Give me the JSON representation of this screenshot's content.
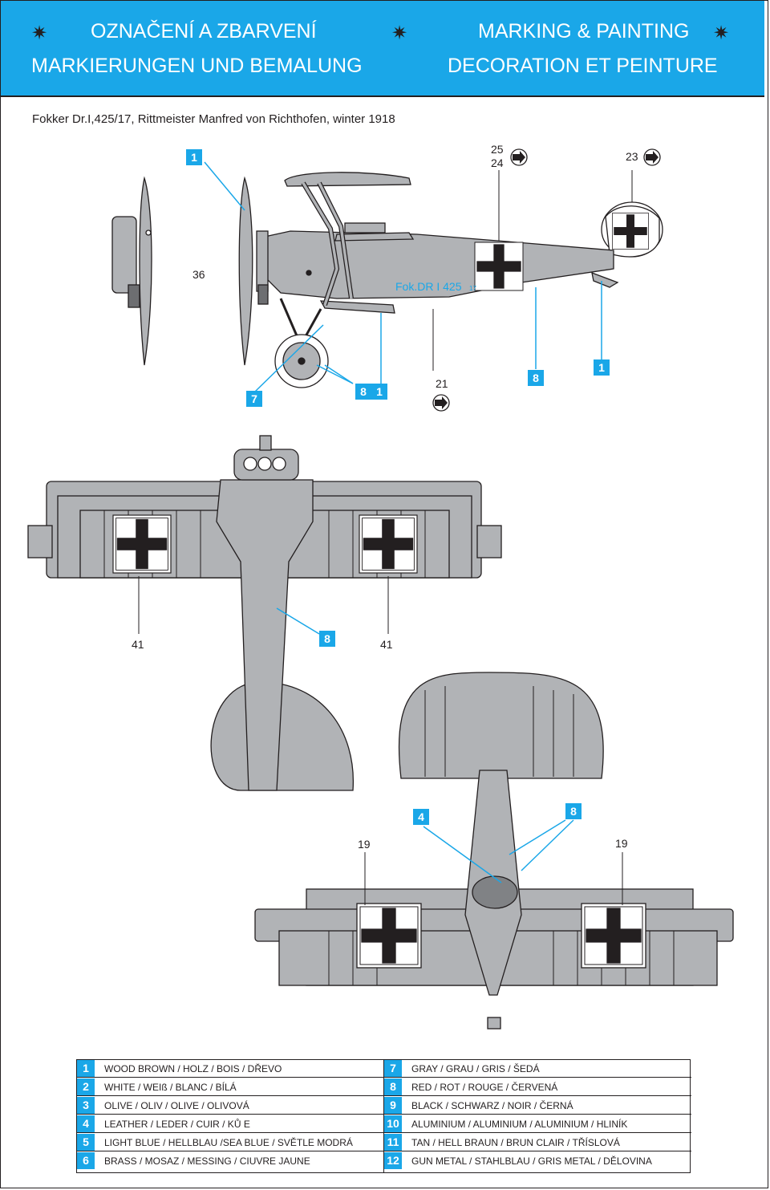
{
  "header": {
    "title_cz": "OZNAČENÍ A ZBARVENÍ",
    "title_en": "MARKING & PAINTING",
    "title_de": "MARKIERUNGEN UND BEMALUNG",
    "title_fr": "DECORATION ET PEINTURE",
    "star": "✷"
  },
  "subtitle": "Fokker Dr.I,425/17, Rittmeister Manfred von Richthofen, winter 1918",
  "side_view": {
    "callouts": {
      "c1_top": "1",
      "c25": "25",
      "c24": "24",
      "c23": "23",
      "c36": "36",
      "c7": "7",
      "c8a": "8",
      "c1b": "1",
      "c21": "21",
      "c8b": "8",
      "c1c": "1"
    },
    "fuselage_marking": "Fok.DR I 425",
    "fuselage_marking_sub": "17"
  },
  "top_view": {
    "callouts": {
      "left": "41",
      "center": "8",
      "right": "41"
    }
  },
  "bottom_view": {
    "callouts": {
      "c4": "4",
      "c8": "8",
      "left": "19",
      "right": "19"
    }
  },
  "legend": [
    {
      "num": "1",
      "text": "WOOD BROWN / HOLZ / BOIS / DŘEVO"
    },
    {
      "num": "2",
      "text": "WHITE / WEIß / BLANC / BÍLÁ"
    },
    {
      "num": "3",
      "text": "OLIVE / OLIV / OLIVE / OLIVOVÁ"
    },
    {
      "num": "4",
      "text": "LEATHER / LEDER / CUIR / KŮ  E"
    },
    {
      "num": "5",
      "text": "LIGHT BLUE / HELLBLAU /SEA BLUE / SVĚTLE MODRÁ"
    },
    {
      "num": "6",
      "text": "BRASS / MOSAZ / MESSING / CIUVRE JAUNE"
    },
    {
      "num": "7",
      "text": "GRAY / GRAU / GRIS / ŠEDÁ"
    },
    {
      "num": "8",
      "text": "RED / ROT / ROUGE / ČERVENÁ"
    },
    {
      "num": "9",
      "text": "BLACK / SCHWARZ / NOIR / ČERNÁ"
    },
    {
      "num": "10",
      "text": "ALUMINIUM / ALUMINIUM / ALUMINIUM / HLINÍK"
    },
    {
      "num": "11",
      "text": "TAN / HELL BRAUN / BRUN CLAIR / TŘÍSLOVÁ"
    },
    {
      "num": "12",
      "text": "GUN METAL / STAHLBLAU / GRIS METAL / DĚLOVINA"
    }
  ],
  "colors": {
    "accent": "#1aa7e8",
    "aircraft_gray": "#b1b3b6",
    "outline": "#231f20",
    "white": "#ffffff"
  }
}
